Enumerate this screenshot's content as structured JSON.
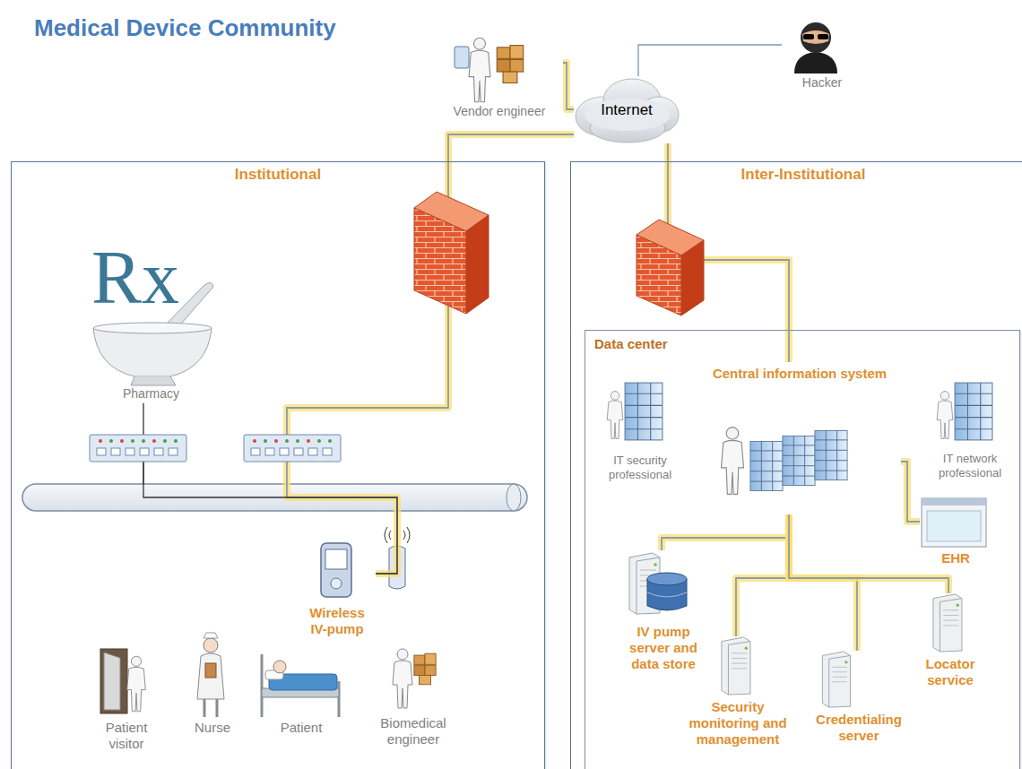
{
  "diagram": {
    "title": "Medical Device Community",
    "nodes": [
      {
        "text": [
          "Vendor engineer"
        ]
      },
      {
        "text": [
          "Internet"
        ]
      },
      {
        "text": [
          "Hacker"
        ]
      },
      {
        "text": [
          "Institutional"
        ]
      },
      {
        "text": [
          "Pharmacy"
        ],
        "in": 3
      },
      {
        "text": [
          "Wireless IV-pump"
        ],
        "in": 3
      },
      {
        "text": [
          "Patient visitor"
        ],
        "in": 3
      },
      {
        "text": [
          "Nurse"
        ],
        "in": 3
      },
      {
        "text": [
          "Patient"
        ],
        "in": 3
      },
      {
        "text": [
          "Biomedical engineer"
        ],
        "in": 3
      },
      {
        "text": [
          "Inter-Institutional"
        ]
      },
      {
        "text": [
          "Data center"
        ],
        "in": 10
      },
      {
        "text": [
          "Central information system"
        ],
        "in": 11
      },
      {
        "text": [
          "IT security professional"
        ],
        "in": 11
      },
      {
        "text": [
          "IT network professional"
        ],
        "in": 11
      },
      {
        "text": [
          "EHR"
        ],
        "in": 11
      },
      {
        "text": [
          "IV pump server and data store"
        ],
        "in": 11
      },
      {
        "text": [
          "Security monitoring and management"
        ],
        "in": 11
      },
      {
        "text": [
          "Credentialing server"
        ],
        "in": 11
      },
      {
        "text": [
          "Locator service"
        ],
        "in": 11
      }
    ],
    "edges": [
      {
        "from": 0,
        "to": 1,
        "arrow": "none"
      },
      {
        "from": 2,
        "to": 1,
        "arrow": "none"
      },
      {
        "from": 1,
        "to": 5,
        "arrow": "none"
      },
      {
        "from": 4,
        "to": 5,
        "arrow": "none"
      },
      {
        "from": 1,
        "to": 12,
        "arrow": "none"
      },
      {
        "from": 12,
        "to": 15,
        "arrow": "none"
      },
      {
        "from": 12,
        "to": 16,
        "arrow": "none"
      },
      {
        "from": 12,
        "to": 17,
        "arrow": "none"
      },
      {
        "from": 12,
        "to": 18,
        "arrow": "none"
      },
      {
        "from": 12,
        "to": 19,
        "arrow": "none"
      }
    ],
    "labels": [
      "Rx"
    ]
  }
}
